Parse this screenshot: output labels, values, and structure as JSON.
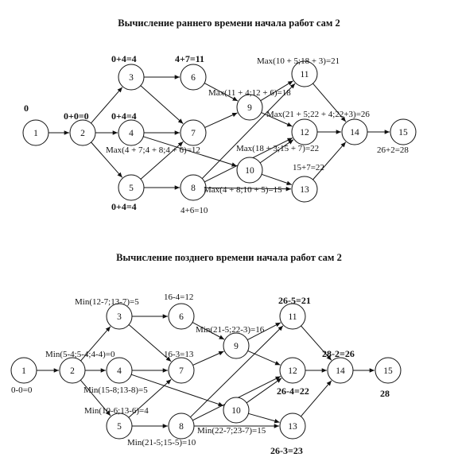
{
  "title_early": "Вычисление раннего времени начала работ сам 2",
  "title_late": "Вычисление позднего времени начала работ сам 2",
  "diagram_early": {
    "nodes": [
      "1",
      "3",
      "2",
      "4",
      "5",
      "6",
      "7",
      "8",
      "9",
      "10",
      "11",
      "12",
      "13",
      "14",
      "15"
    ],
    "annotations": [
      "0",
      "0+0=0",
      "0+4=4",
      "4+7=11",
      "0+4=4",
      "0+4=4",
      "Max(10 + 5;18 + 3)=21",
      "Max(11 + 4;12 + 6)=18",
      "Max(21 + 5;22 + 4;22+3)=26",
      "Max(4 + 7;4 + 8;4 + 6)=12",
      "Max(18 + 3;15 + 7)=22",
      "15+7=22",
      "26+2=28",
      "Max(4 + 8;10 + 5)=15",
      "4+6=10"
    ]
  },
  "diagram_late": {
    "nodes": [
      "1",
      "2",
      "3",
      "4",
      "5",
      "6",
      "7",
      "8",
      "9",
      "10",
      "11",
      "12",
      "13",
      "14",
      "15"
    ],
    "annotations": [
      "Min(12-7;13-7)=5",
      "16-4=12",
      "26-5=21",
      "Min(21-5;22-3)=16",
      "Min(5-4;5-4;4-4)=0",
      "16-3=13",
      "28-2=26",
      "0-0=0",
      "Min(15-8;13-8)=5",
      "26-4=22",
      "28",
      "Min(10-6;13-6)=4",
      "Min(22-7;23-7)=15",
      "Min(21-5;15-5)=10",
      "26-3=23"
    ]
  }
}
